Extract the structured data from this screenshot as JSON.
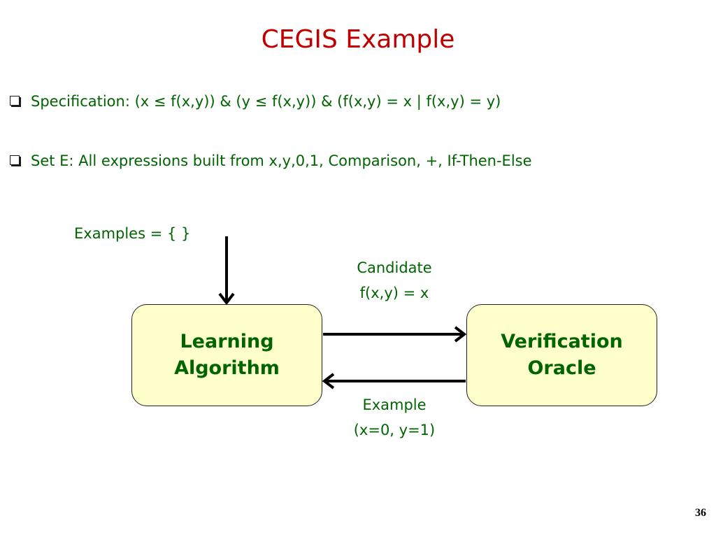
{
  "slide": {
    "title": "CEGIS Example",
    "page_number": "36"
  },
  "bullets": [
    {
      "text": "Specification: (x ≤ f(x,y)) & (y ≤ f(x,y)) & (f(x,y) = x | f(x,y) = y)"
    },
    {
      "text": "Set E: All expressions built from x,y,0,1, Comparison, +, If-Then-Else"
    }
  ],
  "diagram": {
    "examples_label": "Examples = { }",
    "learning": {
      "line1": "Learning",
      "line2": "Algorithm"
    },
    "oracle": {
      "line1": "Verification",
      "line2": "Oracle"
    },
    "candidate": {
      "line1": "Candidate",
      "line2": "f(x,y) = x"
    },
    "counterexample": {
      "line1": "Example",
      "line2": "(x=0, y=1)"
    }
  },
  "colors": {
    "title": "#c00000",
    "text": "#006400",
    "node_fill": "#ffffcc",
    "arrow": "#000000"
  },
  "icons": {
    "bullet": "square-bullet-icon"
  }
}
